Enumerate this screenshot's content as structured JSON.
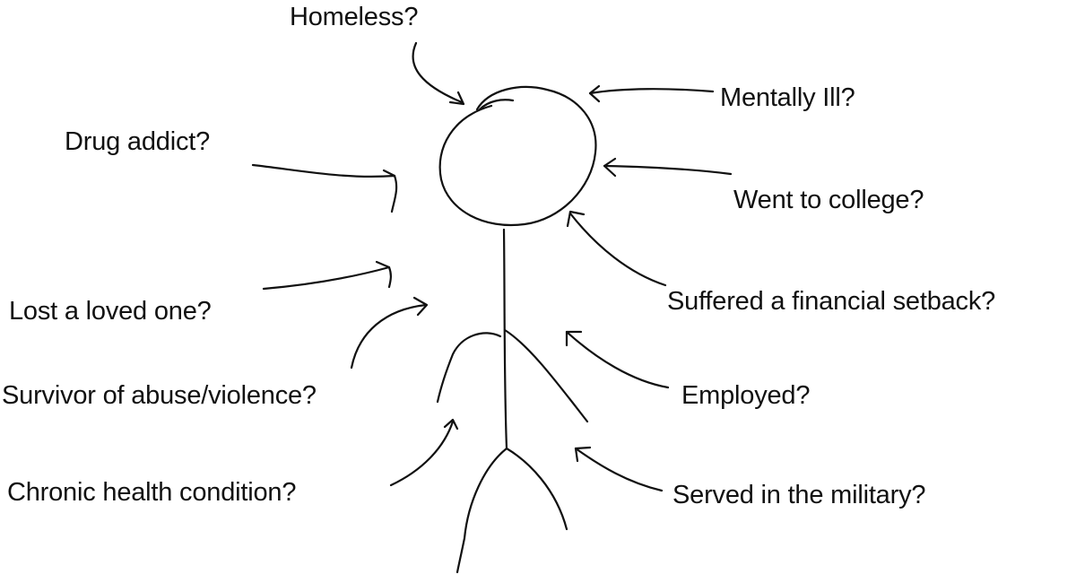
{
  "diagram": {
    "labels": {
      "homeless": "Homeless?",
      "mentally_ill": "Mentally Ill?",
      "drug_addict": "Drug addict?",
      "college": "Went to college?",
      "lost_loved_one": "Lost a loved one?",
      "financial_setback": "Suffered a financial setback?",
      "abuse_survivor": "Survivor of abuse/violence?",
      "employed": "Employed?",
      "chronic_health": "Chronic health condition?",
      "military": "Served in the military?"
    },
    "colors": {
      "ink": "#111111",
      "background": "#ffffff"
    }
  }
}
